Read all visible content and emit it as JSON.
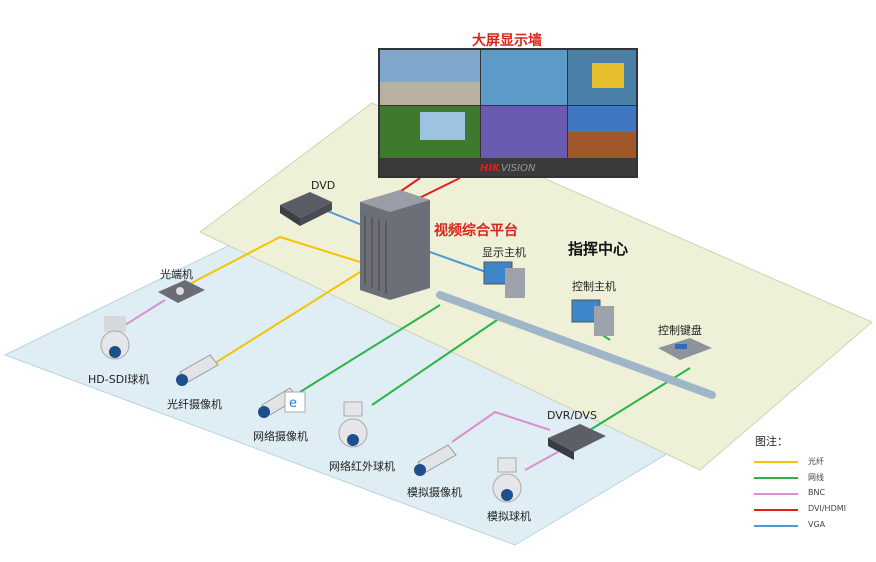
{
  "title": "大屏显示墙",
  "wall_brand": "HIKVISION",
  "platform": "视频综合平台",
  "command_center": "指挥中心",
  "devices": {
    "dvd": "DVD",
    "display_host": "显示主机",
    "control_host": "控制主机",
    "control_keyboard": "控制键盘",
    "optical_transceiver": "光端机",
    "hdsdi_dome": "HD-SDI球机",
    "fiber_camera": "光纤摄像机",
    "network_camera": "网络摄像机",
    "ir_dome": "网络红外球机",
    "analog_camera": "模拟摄像机",
    "dvr": "DVR/DVS",
    "analog_dome": "模拟球机"
  },
  "legend": {
    "title": "图注：",
    "items": [
      {
        "label": "光纤",
        "color": "#f5c400"
      },
      {
        "label": "网线",
        "color": "#2db34a"
      },
      {
        "label": "BNC",
        "color": "#d98fd0"
      },
      {
        "label": "DVI/HDMI",
        "color": "#e0201b"
      },
      {
        "label": "VGA",
        "color": "#4a9ad8"
      }
    ]
  }
}
